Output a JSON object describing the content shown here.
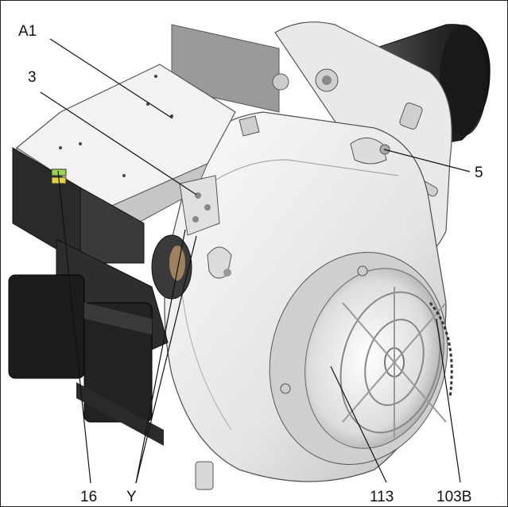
{
  "labels": {
    "a1": "A1",
    "three": "3",
    "five": "5",
    "sixteen": "16",
    "y": "Y",
    "one13": "113",
    "one03b": "103B"
  },
  "colors": {
    "body_light": "#f2f2f2",
    "body_mid": "#d9d9d9",
    "body_shadow": "#a8a8a8",
    "dark_part": "#1e1e1e",
    "motor_dark": "#2b2b2b",
    "connector_green": "#9bd44a",
    "connector_yellow": "#e6d23a",
    "outline": "#555555"
  }
}
